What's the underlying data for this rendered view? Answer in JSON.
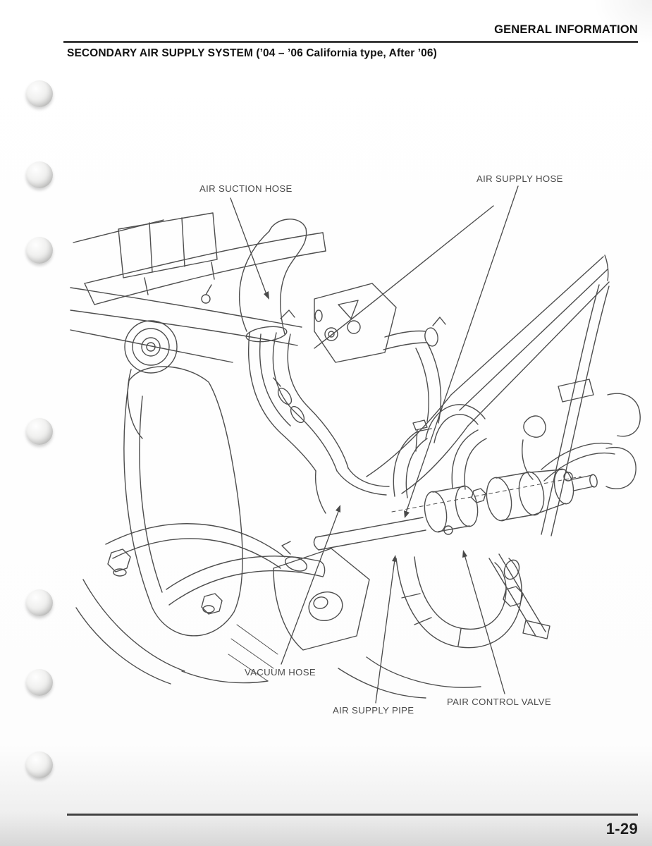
{
  "page": {
    "header": "GENERAL INFORMATION",
    "title": "SECONDARY AIR SUPPLY SYSTEM (’04 – ’06 California type, After ’06)",
    "page_number": "1-29"
  },
  "diagram": {
    "labels": [
      {
        "id": "air-suction-hose",
        "text": "AIR SUCTION HOSE"
      },
      {
        "id": "air-supply-hose",
        "text": "AIR SUPPLY HOSE"
      },
      {
        "id": "vacuum-hose",
        "text": "VACUUM HOSE"
      },
      {
        "id": "air-supply-pipe",
        "text": "AIR SUPPLY PIPE"
      },
      {
        "id": "pair-control-valve",
        "text": "PAIR CONTROL VALVE"
      }
    ]
  },
  "colors": {
    "line": "#4e4e4e",
    "text": "#4b4b4b",
    "heading": "#101010",
    "rule": "#3a3a3a"
  }
}
